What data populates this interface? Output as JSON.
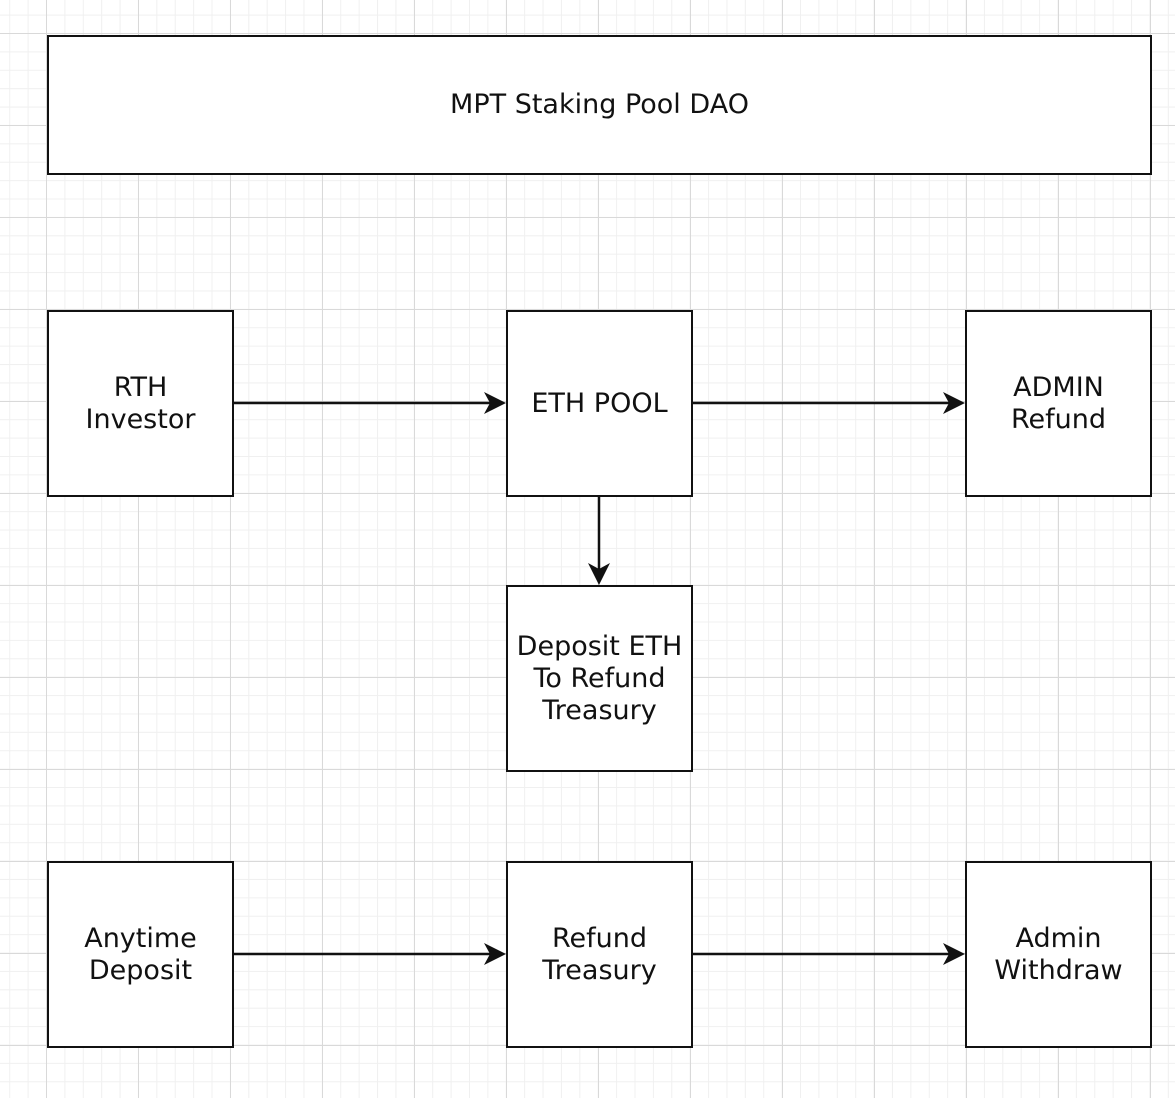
{
  "title": "MPT Staking Pool DAO",
  "nodes": {
    "rth_investor": "RTH\nInvestor",
    "eth_pool": "ETH POOL",
    "admin_refund": "ADMIN\nRefund",
    "deposit_eth": "Deposit ETH\nTo Refund\nTreasury",
    "anytime_deposit": "Anytime\nDeposit",
    "refund_treasury": "Refund\nTreasury",
    "admin_withdraw": "Admin\nWithdraw"
  },
  "edges": [
    {
      "from": "rth_investor",
      "to": "eth_pool"
    },
    {
      "from": "eth_pool",
      "to": "admin_refund"
    },
    {
      "from": "eth_pool",
      "to": "deposit_eth"
    },
    {
      "from": "anytime_deposit",
      "to": "refund_treasury"
    },
    {
      "from": "refund_treasury",
      "to": "admin_withdraw"
    }
  ],
  "colors": {
    "stroke": "#111111",
    "fill": "#ffffff",
    "grid": "#d9d9d9"
  }
}
